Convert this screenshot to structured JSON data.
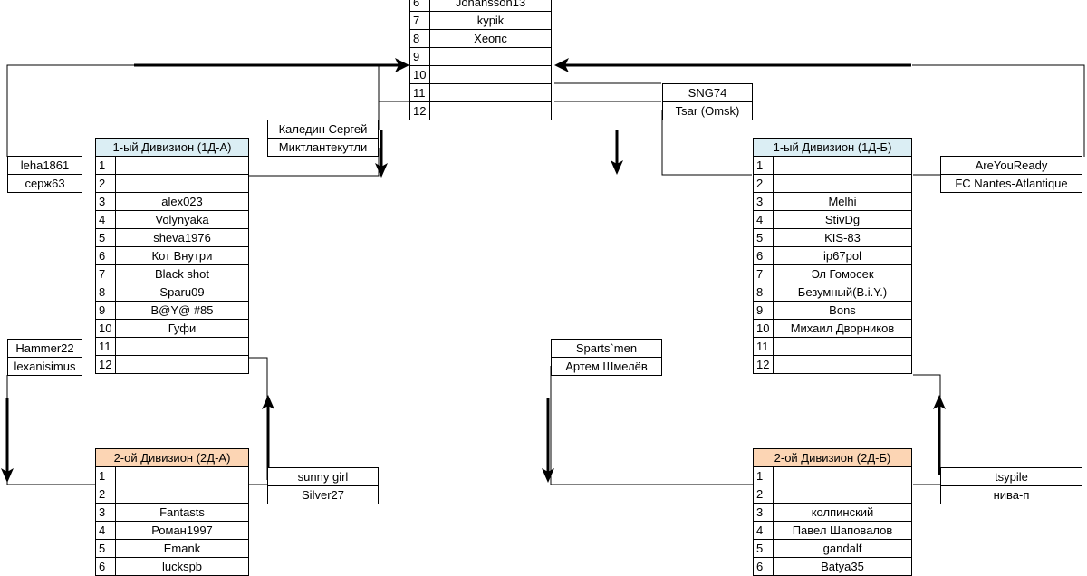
{
  "colors": {
    "div1_header_bg": "#dbeef4",
    "div2_header_bg": "#fcd5b4",
    "line": "#000000"
  },
  "top_table": {
    "rows": [
      {
        "n": "6",
        "name": "Johansson13"
      },
      {
        "n": "7",
        "name": "kypik"
      },
      {
        "n": "8",
        "name": "Хеопс"
      },
      {
        "n": "9",
        "name": ""
      },
      {
        "n": "10",
        "name": ""
      },
      {
        "n": "11",
        "name": ""
      },
      {
        "n": "12",
        "name": ""
      }
    ]
  },
  "div1a": {
    "title": "1-ый Дивизион (1Д-А)",
    "rows": [
      {
        "n": "1",
        "name": ""
      },
      {
        "n": "2",
        "name": ""
      },
      {
        "n": "3",
        "name": "alex023"
      },
      {
        "n": "4",
        "name": "Volynyaka"
      },
      {
        "n": "5",
        "name": "sheva1976"
      },
      {
        "n": "6",
        "name": "Кот Внутри"
      },
      {
        "n": "7",
        "name": "Black shot"
      },
      {
        "n": "8",
        "name": "Sparu09"
      },
      {
        "n": "9",
        "name": "B@Y@ #85"
      },
      {
        "n": "10",
        "name": "Гуфи"
      },
      {
        "n": "11",
        "name": ""
      },
      {
        "n": "12",
        "name": ""
      }
    ]
  },
  "div1b": {
    "title": "1-ый Дивизион (1Д-Б)",
    "rows": [
      {
        "n": "1",
        "name": ""
      },
      {
        "n": "2",
        "name": ""
      },
      {
        "n": "3",
        "name": "Melhi"
      },
      {
        "n": "4",
        "name": "StivDg"
      },
      {
        "n": "5",
        "name": "KIS-83"
      },
      {
        "n": "6",
        "name": "ip67pol"
      },
      {
        "n": "7",
        "name": "Эл Гомосек"
      },
      {
        "n": "8",
        "name": "Безумный(B.i.Y.)"
      },
      {
        "n": "9",
        "name": "Bons"
      },
      {
        "n": "10",
        "name": "Михаил Дворников"
      },
      {
        "n": "11",
        "name": ""
      },
      {
        "n": "12",
        "name": ""
      }
    ]
  },
  "div2a": {
    "title": "2-ой Дивизион (2Д-А)",
    "rows": [
      {
        "n": "1",
        "name": ""
      },
      {
        "n": "2",
        "name": ""
      },
      {
        "n": "3",
        "name": "Fantasts"
      },
      {
        "n": "4",
        "name": "Роман1997"
      },
      {
        "n": "5",
        "name": "Emank"
      },
      {
        "n": "6",
        "name": "luckspb"
      }
    ]
  },
  "div2b": {
    "title": "2-ой Дивизион (2Д-Б)",
    "rows": [
      {
        "n": "1",
        "name": ""
      },
      {
        "n": "2",
        "name": ""
      },
      {
        "n": "3",
        "name": "колпинский"
      },
      {
        "n": "4",
        "name": "Павел Шаповалов"
      },
      {
        "n": "5",
        "name": "gandalf"
      },
      {
        "n": "6",
        "name": "Batya35"
      }
    ]
  },
  "side_boxes": {
    "promo_top_left": [
      "Каледин Сергей",
      "Миктлантекутли"
    ],
    "promo_top_right": [
      "SNG74",
      "Tsar (Omsk)"
    ],
    "left_1a": [
      "leha1861",
      "серж63"
    ],
    "right_1b": [
      "AreYouReady",
      "FC Nantes-Atlantique"
    ],
    "left_down_a": [
      "Hammer22",
      "lexanisimus"
    ],
    "left_down_b": [
      "Sparts`men",
      "Артем Шмелёв"
    ],
    "up_a": [
      "sunny girl",
      "Silver27"
    ],
    "up_b": [
      "tsypile",
      "нива-п"
    ]
  }
}
